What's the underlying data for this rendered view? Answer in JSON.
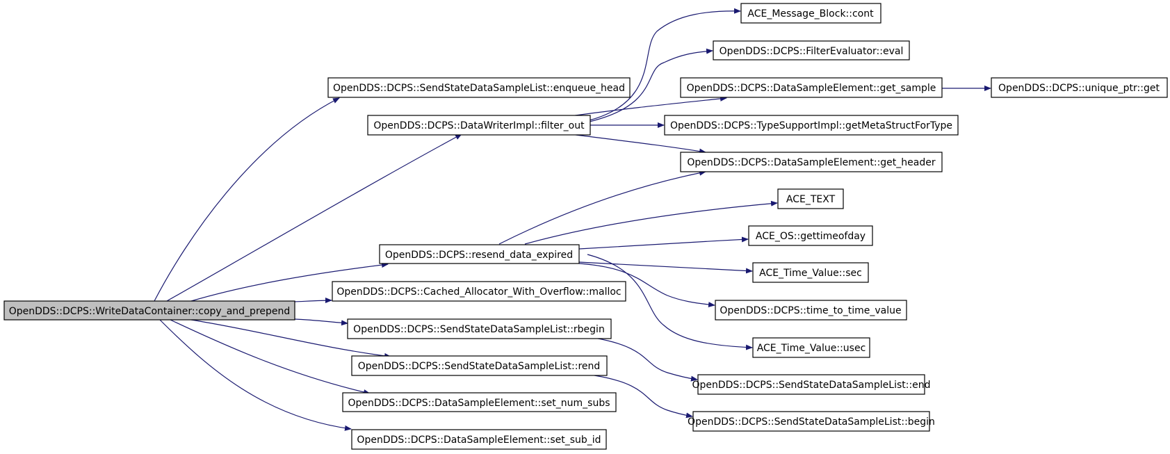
{
  "diagram": {
    "edge_color": "#191970",
    "root_fill": "#bfbfbf",
    "nodes": [
      {
        "id": "n0",
        "label": "OpenDDS::DCPS::WriteDataContainer::copy_and_prepend"
      },
      {
        "id": "n1",
        "label": "OpenDDS::DCPS::SendStateDataSampleList::enqueue_head"
      },
      {
        "id": "n2",
        "label": "OpenDDS::DCPS::DataWriterImpl::filter_out"
      },
      {
        "id": "n3",
        "label": "OpenDDS::DCPS::resend_data_expired"
      },
      {
        "id": "n4",
        "label": "OpenDDS::DCPS::Cached_Allocator_With_Overflow::malloc"
      },
      {
        "id": "n5",
        "label": "OpenDDS::DCPS::SendStateDataSampleList::rbegin"
      },
      {
        "id": "n6",
        "label": "OpenDDS::DCPS::SendStateDataSampleList::rend"
      },
      {
        "id": "n7",
        "label": "OpenDDS::DCPS::DataSampleElement::set_num_subs"
      },
      {
        "id": "n8",
        "label": "OpenDDS::DCPS::DataSampleElement::set_sub_id"
      },
      {
        "id": "n9",
        "label": "ACE_Message_Block::cont"
      },
      {
        "id": "n10",
        "label": "OpenDDS::DCPS::FilterEvaluator::eval"
      },
      {
        "id": "n11",
        "label": "OpenDDS::DCPS::DataSampleElement::get_sample"
      },
      {
        "id": "n12",
        "label": "OpenDDS::DCPS::TypeSupportImpl::getMetaStructForType"
      },
      {
        "id": "n13",
        "label": "OpenDDS::DCPS::DataSampleElement::get_header"
      },
      {
        "id": "n14",
        "label": "ACE_TEXT"
      },
      {
        "id": "n15",
        "label": "ACE_OS::gettimeofday"
      },
      {
        "id": "n16",
        "label": "ACE_Time_Value::sec"
      },
      {
        "id": "n17",
        "label": "OpenDDS::DCPS::time_to_time_value"
      },
      {
        "id": "n18",
        "label": "ACE_Time_Value::usec"
      },
      {
        "id": "n19",
        "label": "OpenDDS::DCPS::SendStateDataSampleList::end"
      },
      {
        "id": "n20",
        "label": "OpenDDS::DCPS::SendStateDataSampleList::begin"
      },
      {
        "id": "n21",
        "label": "OpenDDS::DCPS::unique_ptr::get"
      }
    ],
    "edges": [
      {
        "from": "n0",
        "to": "n1"
      },
      {
        "from": "n0",
        "to": "n2"
      },
      {
        "from": "n0",
        "to": "n3"
      },
      {
        "from": "n0",
        "to": "n4"
      },
      {
        "from": "n0",
        "to": "n5"
      },
      {
        "from": "n0",
        "to": "n6"
      },
      {
        "from": "n0",
        "to": "n7"
      },
      {
        "from": "n0",
        "to": "n8"
      },
      {
        "from": "n2",
        "to": "n9"
      },
      {
        "from": "n2",
        "to": "n10"
      },
      {
        "from": "n2",
        "to": "n11"
      },
      {
        "from": "n2",
        "to": "n12"
      },
      {
        "from": "n2",
        "to": "n13"
      },
      {
        "from": "n3",
        "to": "n13"
      },
      {
        "from": "n3",
        "to": "n14"
      },
      {
        "from": "n3",
        "to": "n15"
      },
      {
        "from": "n3",
        "to": "n16"
      },
      {
        "from": "n3",
        "to": "n17"
      },
      {
        "from": "n3",
        "to": "n18"
      },
      {
        "from": "n5",
        "to": "n19"
      },
      {
        "from": "n6",
        "to": "n20"
      },
      {
        "from": "n11",
        "to": "n21"
      }
    ]
  }
}
